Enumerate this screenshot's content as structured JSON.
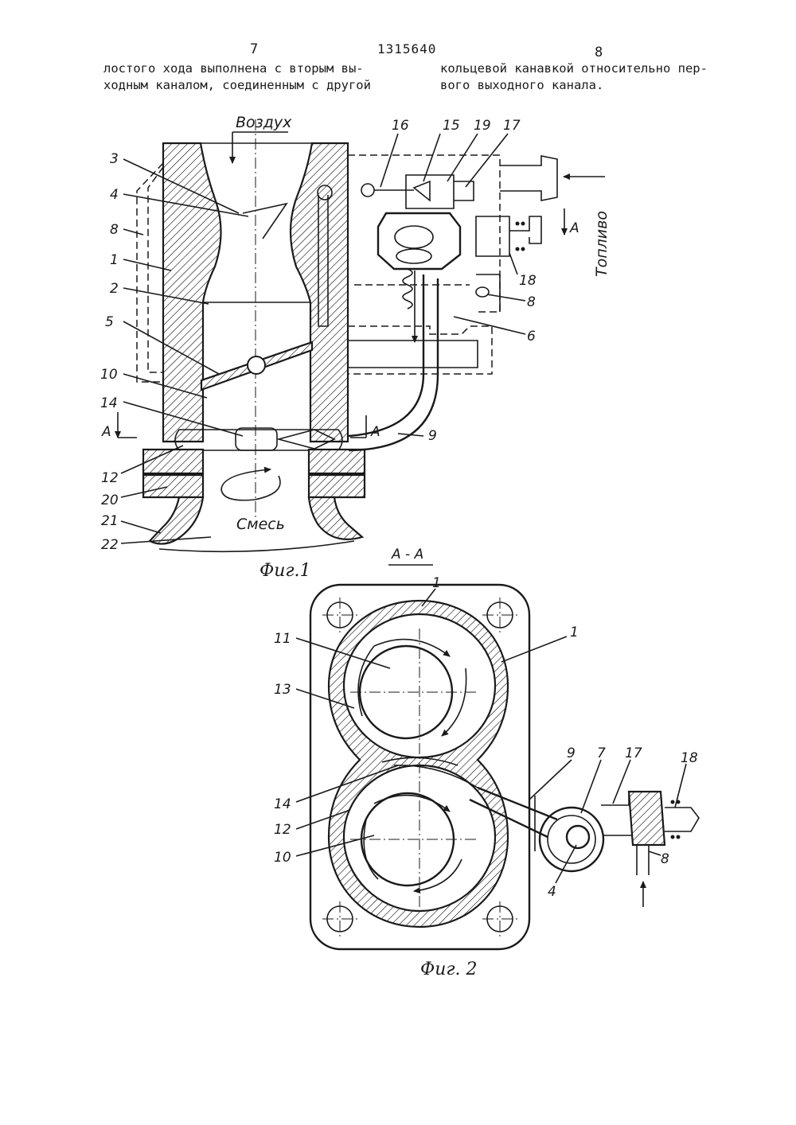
{
  "header": {
    "page_left": "7",
    "patent_number": "1315640",
    "page_right": "8"
  },
  "text": {
    "left_col": [
      "лостого хода выполнена с вторым вы-",
      "ходным каналом, соединенным с другой"
    ],
    "right_col": [
      "кольцевой канавкой относительно пер-",
      "вого выходного канала."
    ]
  },
  "fig1": {
    "air_label": "Воздух",
    "fuel_label": "Топливо",
    "mix_label": "Смесь",
    "caption": "Фиг.1",
    "section_label": "А",
    "labels": [
      "3",
      "4",
      "8",
      "1",
      "2",
      "5",
      "10",
      "14",
      "12",
      "20",
      "21",
      "22",
      "16",
      "15",
      "19",
      "17",
      "18",
      "8",
      "6",
      "9"
    ]
  },
  "fig2": {
    "section_title": "А - А",
    "caption": "Фиг. 2",
    "labels": [
      "1",
      "1",
      "11",
      "13",
      "14",
      "12",
      "10",
      "9",
      "7",
      "17",
      "18",
      "4",
      "8"
    ]
  }
}
